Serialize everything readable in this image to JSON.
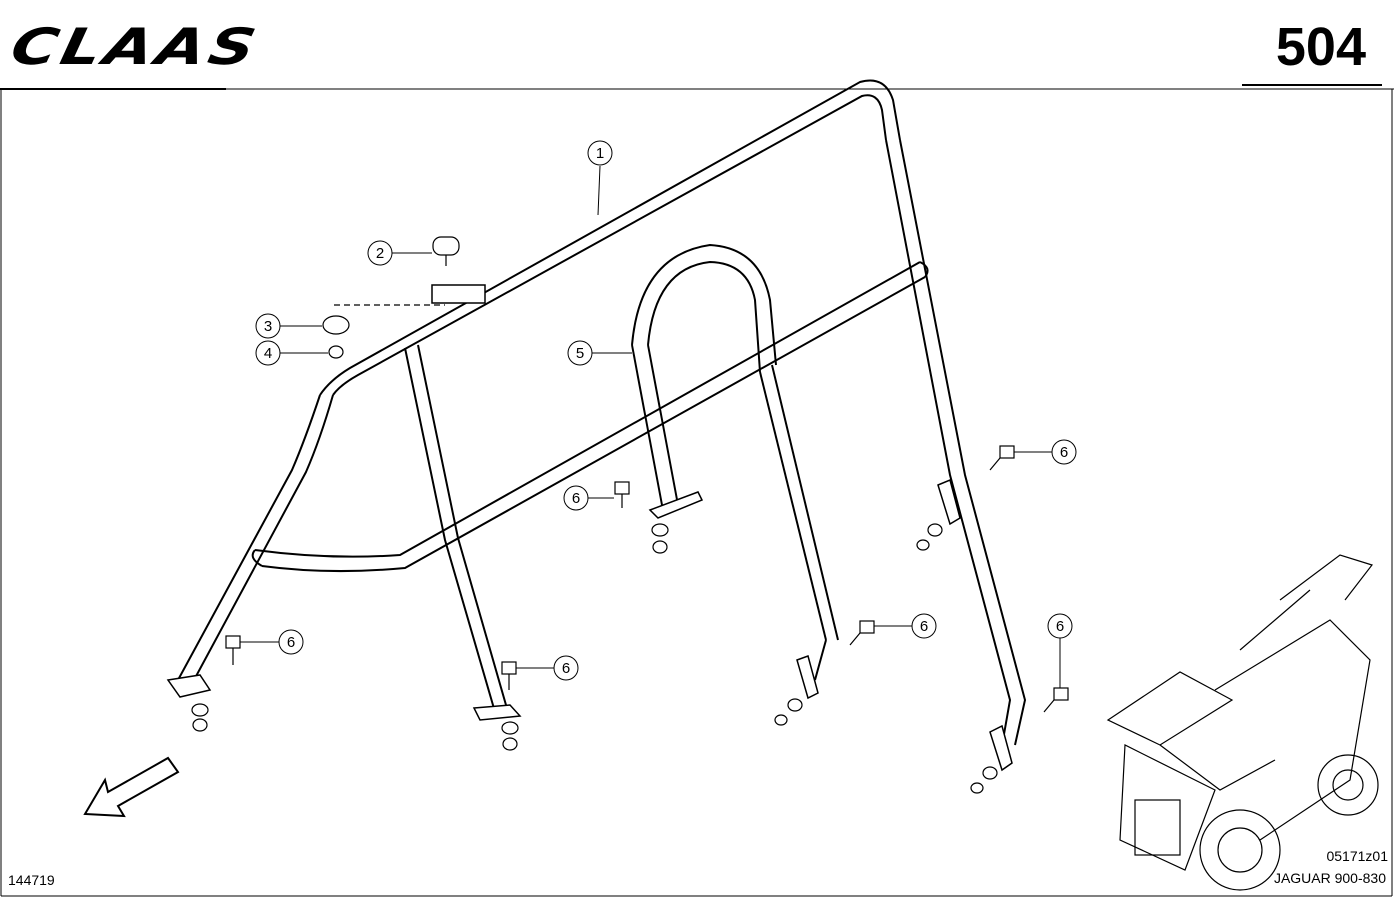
{
  "header": {
    "brand": "CLAAS",
    "page_number": "504"
  },
  "footer": {
    "drawing_no": "144719",
    "figure_code": "05171z01",
    "model": "JAGUAR 900-830"
  },
  "callouts": [
    {
      "id": "callout-1",
      "label": "1"
    },
    {
      "id": "callout-2",
      "label": "2"
    },
    {
      "id": "callout-3",
      "label": "3"
    },
    {
      "id": "callout-4",
      "label": "4"
    },
    {
      "id": "callout-5",
      "label": "5"
    },
    {
      "id": "callout-6a",
      "label": "6"
    },
    {
      "id": "callout-6b",
      "label": "6"
    },
    {
      "id": "callout-6c",
      "label": "6"
    },
    {
      "id": "callout-6d",
      "label": "6"
    },
    {
      "id": "callout-6e",
      "label": "6"
    },
    {
      "id": "callout-6f",
      "label": "6"
    }
  ]
}
